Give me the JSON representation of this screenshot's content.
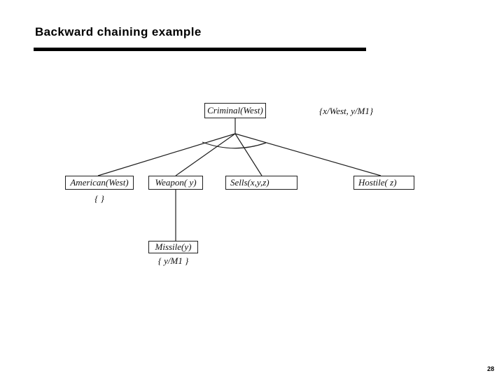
{
  "slide": {
    "title": "Backward chaining example",
    "page_number": "28"
  },
  "diagram": {
    "substitution_top": "{x/West, y/M1}",
    "nodes": {
      "criminal": {
        "label": "Criminal(West)"
      },
      "american": {
        "label": "American(West)",
        "substitution": "{ }"
      },
      "weapon": {
        "label": "Weapon( y)"
      },
      "sells": {
        "label": "Sells(x,y,z)"
      },
      "hostile": {
        "label": "Hostile( z)"
      },
      "missile": {
        "label": "Missile(y)",
        "substitution": "{ y/M1 }"
      }
    },
    "colors": {
      "background": "#ffffff",
      "text": "#111111",
      "line": "#1f1f1f",
      "title": "#000000"
    }
  }
}
